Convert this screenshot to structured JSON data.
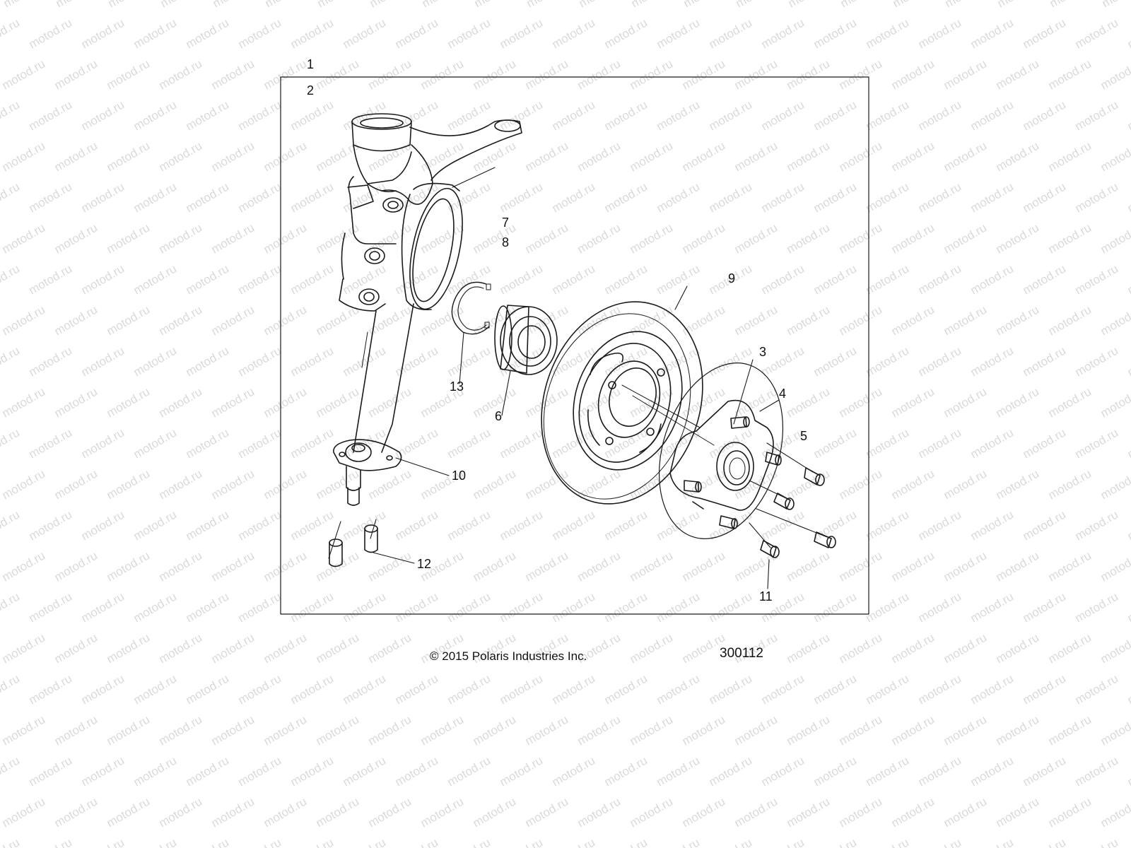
{
  "diagram": {
    "callouts": [
      {
        "id": "c1",
        "text": "1"
      },
      {
        "id": "c2",
        "text": "2"
      },
      {
        "id": "c3",
        "text": "3"
      },
      {
        "id": "c4",
        "text": "4"
      },
      {
        "id": "c5",
        "text": "5"
      },
      {
        "id": "c6",
        "text": "6"
      },
      {
        "id": "c7",
        "text": "7"
      },
      {
        "id": "c8",
        "text": "8"
      },
      {
        "id": "c9",
        "text": "9"
      },
      {
        "id": "c10",
        "text": "10"
      },
      {
        "id": "c11",
        "text": "11"
      },
      {
        "id": "c12",
        "text": "12"
      },
      {
        "id": "c13",
        "text": "13"
      }
    ]
  },
  "footer": {
    "copyright": "© 2015 Polaris Industries Inc.",
    "figure_number": "300112"
  },
  "watermark": {
    "text": "motod.ru"
  }
}
